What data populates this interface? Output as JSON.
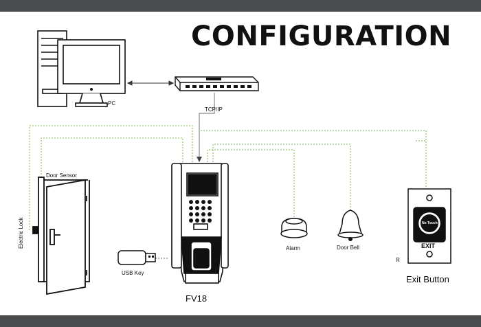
{
  "title": "CONFIGURATION",
  "labels": {
    "pc": "PC",
    "tcpip": "TCP/IP",
    "door_sensor": "Door Sensor",
    "electric_lock": "Electric Lock",
    "usb_key": "USB Key",
    "device": "FV18",
    "alarm": "Alarm",
    "door_bell": "Door Bell",
    "exit_button": "Exit Button",
    "r_mark": "R",
    "no_touch": "No Touch",
    "exit": "EXIT"
  },
  "colors": {
    "bars": "#4a4b4d",
    "wire_green": "#7ab648",
    "wire_grey": "#888888",
    "ink": "#111111"
  }
}
